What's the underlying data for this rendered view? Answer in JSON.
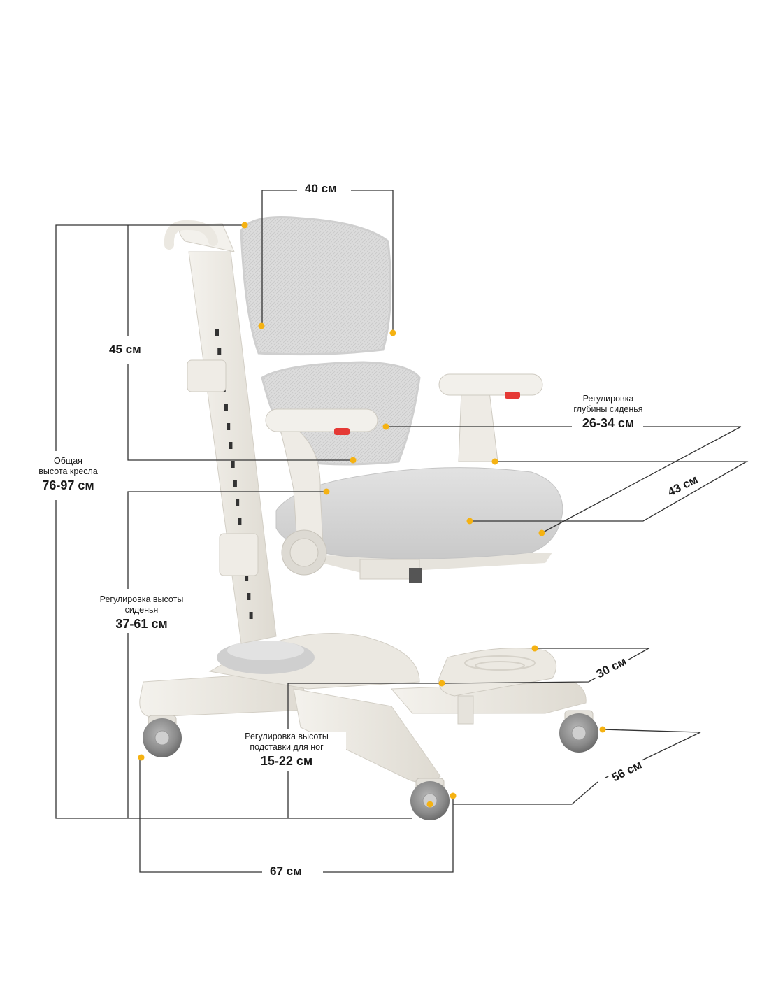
{
  "palette": {
    "line": "#333333",
    "marker": "#f5b212",
    "frame": "#ece9e2",
    "frame_shade": "#dad6cd",
    "mesh": "#d8d8d8",
    "cushion": "#d4d4d4",
    "wheel": "#8a8a8a",
    "accent_red": "#e53935"
  },
  "dimensions": {
    "backrest_width": "40 см",
    "backrest_height": "45 см",
    "seat_depth_caption": "Регулировка\nглубины сиденья",
    "seat_depth_value": "26-34 см",
    "seat_width": "43 см",
    "total_height_caption": "Общая\nвысота кресла",
    "total_height_value": "76-97 см",
    "seat_height_caption": "Регулировка высоты\nсиденья",
    "seat_height_value": "37-61 см",
    "footrest_depth": "30 см",
    "footrest_height_caption": "Регулировка высоты\nподставки для ног",
    "footrest_height_value": "15-22 см",
    "base_depth": "56 см",
    "base_width": "67 см"
  }
}
